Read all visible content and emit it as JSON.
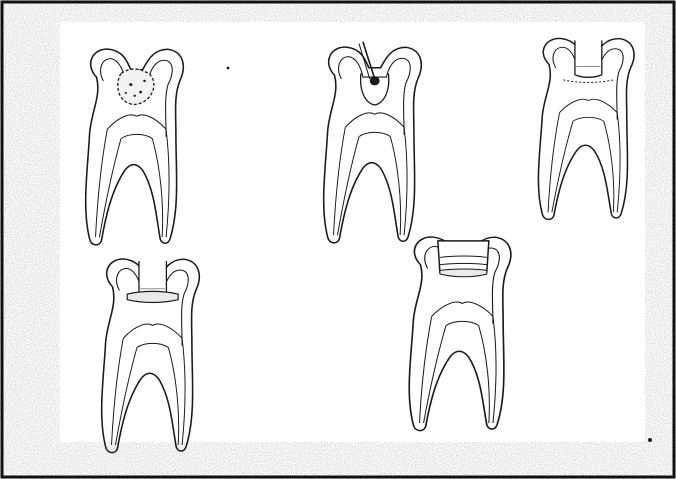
{
  "colors": {
    "ink": "#1a1a1a",
    "paper": "#ffffff",
    "border": "#111111",
    "speckle": "#8a8a8a"
  },
  "figure": {
    "panels": [
      {
        "stage": "carious-lesion"
      },
      {
        "stage": "pulp-exposure-with-instrument"
      },
      {
        "stage": "cavity-prepared"
      },
      {
        "stage": "base-placed"
      },
      {
        "stage": "final-restoration"
      }
    ]
  }
}
